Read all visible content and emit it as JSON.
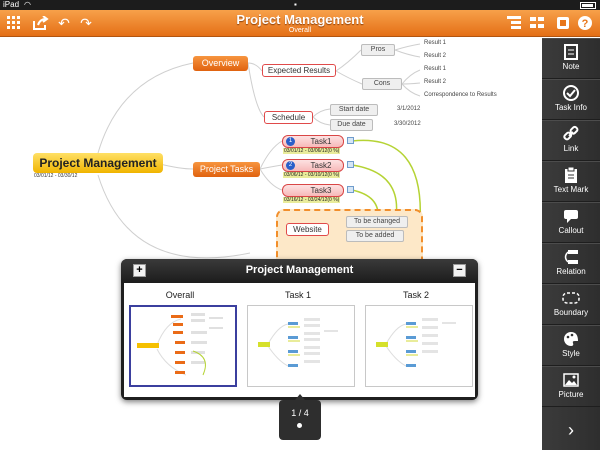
{
  "status_bar": {
    "carrier": "iPad",
    "wifi": "wifi-icon",
    "lock": "lock-icon",
    "battery": "battery-icon"
  },
  "toolbar": {
    "title": "Project Management",
    "subtitle": "Overall",
    "left_icons": [
      "grid-icon",
      "share-icon",
      "undo-icon",
      "redo-icon"
    ],
    "right_icons": [
      "outline-icon",
      "sheets-icon",
      "library-icon",
      "help-icon"
    ],
    "accent": "#e8771c"
  },
  "mindmap": {
    "root": {
      "label": "Project Management",
      "dates": "03/01/12 - 03/30/12"
    },
    "main_topics": [
      "Overview",
      "Project Tasks"
    ],
    "overview": {
      "expected_results": "Expected Results",
      "pros": "Pros",
      "cons": "Cons",
      "pros_results": [
        "Result 1",
        "Result 2"
      ],
      "cons_results": [
        "Result 1",
        "Result 2",
        "Correspondence to Results"
      ],
      "schedule": "Schedule",
      "start_label": "Start date",
      "start_value": "3/1/2012",
      "due_label": "Due date",
      "due_value": "3/30/2012"
    },
    "tasks": [
      {
        "num": "1",
        "label": "Task1",
        "dates": "03/01/12 - 03/06/12(0 %)"
      },
      {
        "num": "2",
        "label": "Task2",
        "dates": "03/06/12 - 03/10/12(0 %)"
      },
      {
        "num": "",
        "label": "Task3",
        "dates": "03/16/12 - 03/24/12(0 %)"
      }
    ],
    "website": {
      "label": "Website",
      "children": [
        "To be changed",
        "To be added"
      ]
    },
    "colors": {
      "root": "#f5c000",
      "main": "#ea6b17",
      "relation": "#b5d334",
      "boundary": "#f28e2b"
    }
  },
  "right_panel": {
    "items": [
      {
        "label": "Note",
        "icon": "note-icon"
      },
      {
        "label": "Task Info",
        "icon": "checkmark-icon"
      },
      {
        "label": "Link",
        "icon": "link-icon"
      },
      {
        "label": "Text Mark",
        "icon": "clipboard-icon"
      },
      {
        "label": "Callout",
        "icon": "callout-icon"
      },
      {
        "label": "Relation",
        "icon": "relation-icon"
      },
      {
        "label": "Boundary",
        "icon": "boundary-icon"
      },
      {
        "label": "Style",
        "icon": "palette-icon"
      },
      {
        "label": "Picture",
        "icon": "picture-icon"
      }
    ],
    "next_icon": "chevron-right-icon"
  },
  "sheets_popover": {
    "title": "Project Management",
    "add_label": "+",
    "remove_label": "−",
    "sheets": [
      {
        "name": "Overall",
        "selected": true
      },
      {
        "name": "Task 1",
        "selected": false
      },
      {
        "name": "Task 2",
        "selected": false
      }
    ]
  },
  "pager": {
    "text": "1 / 4"
  }
}
